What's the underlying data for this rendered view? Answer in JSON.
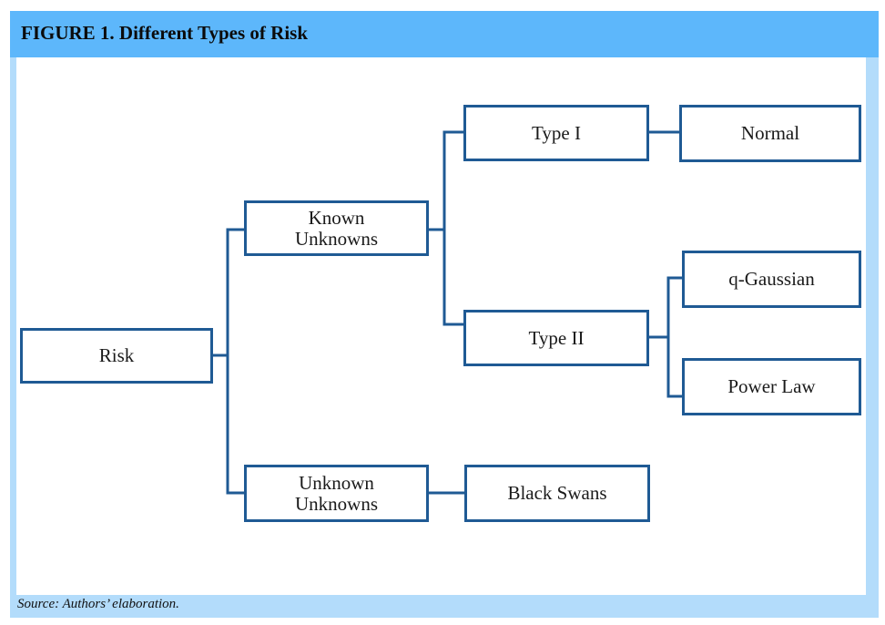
{
  "figure": {
    "title": "FIGURE 1.  Different Types of Risk",
    "source": "Source: Authors’ elaboration."
  },
  "diagram": {
    "type": "tree",
    "nodes": {
      "risk": "Risk",
      "known_unknowns": "Known\nUnknowns",
      "unknown_unknowns": "Unknown\nUnknowns",
      "type_1": "Type I",
      "type_2": "Type II",
      "normal": "Normal",
      "q_gaussian": "q-Gaussian",
      "power_law": "Power Law",
      "black_swans": "Black Swans"
    },
    "edges": [
      [
        "risk",
        "known_unknowns"
      ],
      [
        "risk",
        "unknown_unknowns"
      ],
      [
        "known_unknowns",
        "type_1"
      ],
      [
        "known_unknowns",
        "type_2"
      ],
      [
        "type_1",
        "normal"
      ],
      [
        "type_2",
        "q_gaussian"
      ],
      [
        "type_2",
        "power_law"
      ],
      [
        "unknown_unknowns",
        "black_swans"
      ]
    ],
    "colors": {
      "node_border": "#1f5a94",
      "connector": "#1f5a94",
      "header_band": "#5db7fb",
      "frame": "#b3dcfb"
    }
  }
}
